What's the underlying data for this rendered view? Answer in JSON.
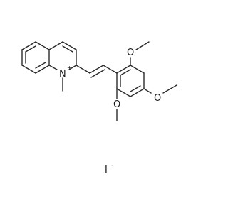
{
  "atoms": {
    "nitrogen": "N",
    "nitrogen_charge": "+",
    "oxygen_top": "O",
    "oxygen_bottom_left": "O",
    "oxygen_bottom_right": "O",
    "iodide": "I",
    "iodide_charge": "-"
  }
}
